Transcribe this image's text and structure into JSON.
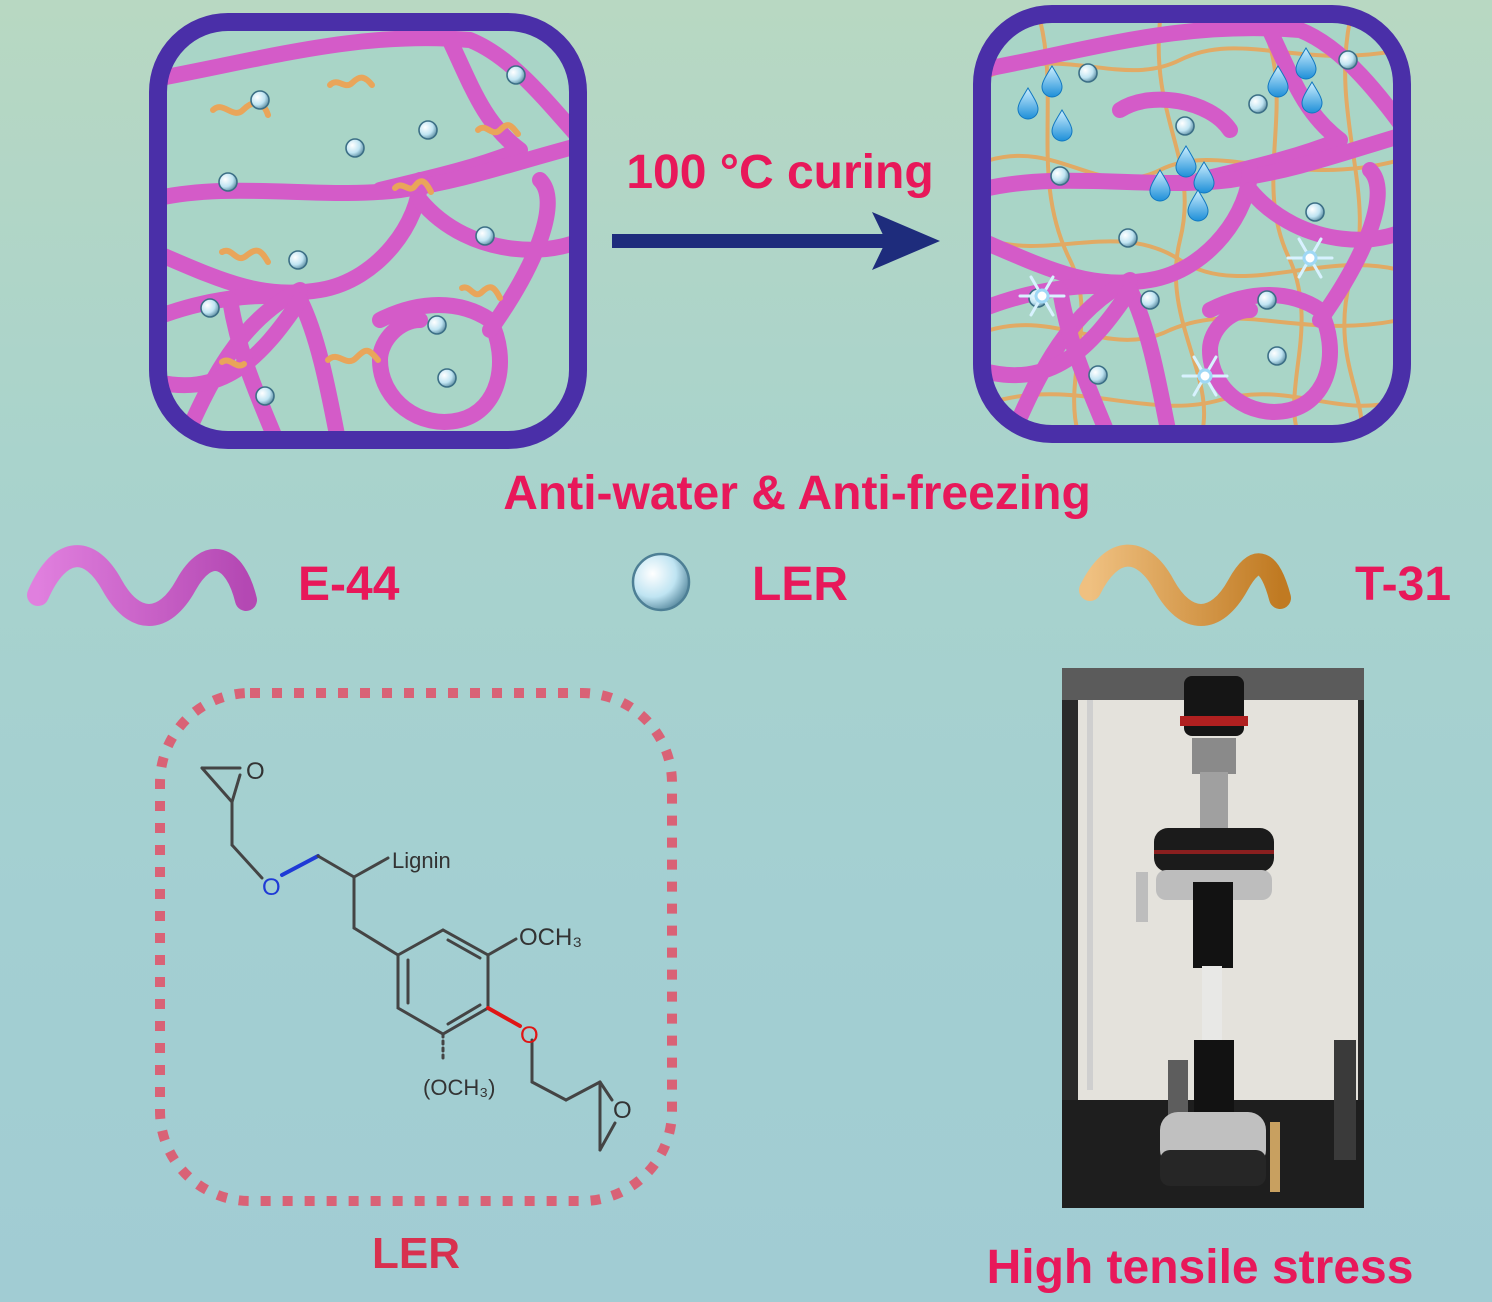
{
  "process": {
    "step_label": "100 °C curing",
    "result_label": "Anti-water & Anti-freezing"
  },
  "legend": [
    {
      "label": "E-44",
      "icon": "pink-wave-icon",
      "color": "#d455c6"
    },
    {
      "label": "LER",
      "icon": "blue-bead-icon",
      "color": "#bfe4f2"
    },
    {
      "label": "T-31",
      "icon": "orange-wave-icon",
      "color": "#d99a45"
    }
  ],
  "structure": {
    "caption": "LER",
    "substituents": {
      "lignin": "Lignin",
      "methoxy": "OCH₃",
      "methoxy_optional": "(OCH₃)",
      "oxygen": "O"
    }
  },
  "photo": {
    "caption": "High tensile stress"
  },
  "colors": {
    "label_text": "#e8185a",
    "frame": "#4a2fa8",
    "arrow": "#1e2c7c"
  }
}
